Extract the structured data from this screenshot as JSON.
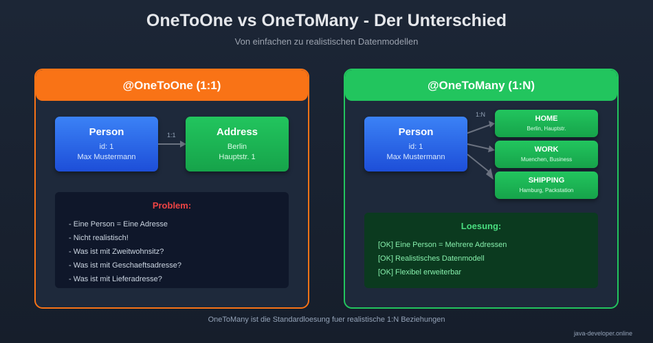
{
  "title": "OneToOne vs OneToMany - Der Unterschied",
  "subtitle": "Von einfachen zu realistischen Datenmodellen",
  "left": {
    "header": "@OneToOne (1:1)",
    "color": "#f97316",
    "person": {
      "name": "Person",
      "id": "id: 1",
      "full": "Max Mustermann"
    },
    "relation": "1:1",
    "address": {
      "name": "Address",
      "city": "Berlin",
      "street": "Hauptstr. 1"
    },
    "problem": {
      "title": "Problem:",
      "items": [
        "- Eine Person = Eine Adresse",
        "- Nicht realistisch!",
        "- Was ist mit Zweitwohnsitz?",
        "- Was ist mit Geschaeftsadresse?",
        "- Was ist mit Lieferadresse?"
      ]
    }
  },
  "right": {
    "header": "@OneToMany (1:N)",
    "color": "#22c55e",
    "person": {
      "name": "Person",
      "id": "id: 1",
      "full": "Max Mustermann"
    },
    "relation": "1:N",
    "addresses": [
      {
        "name": "HOME",
        "detail": "Berlin, Hauptstr."
      },
      {
        "name": "WORK",
        "detail": "Muenchen, Business"
      },
      {
        "name": "SHIPPING",
        "detail": "Hamburg, Packstation"
      }
    ],
    "solution": {
      "title": "Loesung:",
      "items": [
        "[OK] Eine Person = Mehrere Adressen",
        "[OK] Realistisches Datenmodell",
        "[OK] Flexibel erweiterbar"
      ]
    }
  },
  "footer": "OneToMany ist die Standardloesung fuer realistische 1:N Beziehungen",
  "brand": "java-developer.online"
}
